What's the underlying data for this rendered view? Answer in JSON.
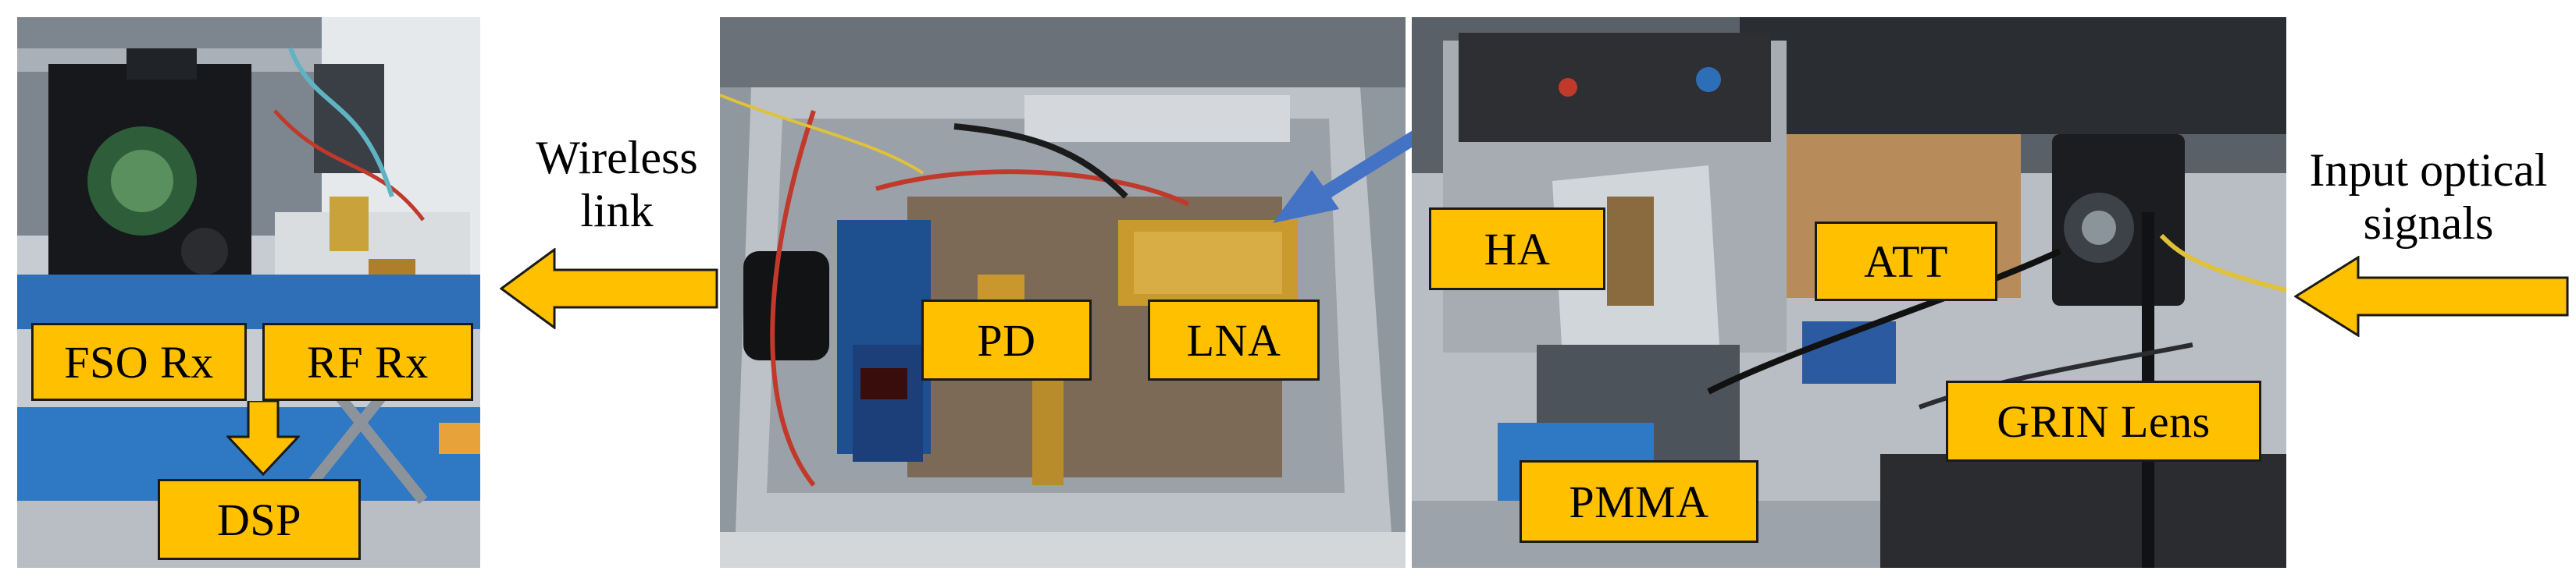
{
  "colors": {
    "label_fill": "#FFC000",
    "arrow_fill": "#FFC000",
    "pointer_arrow": "#4472C4"
  },
  "panels": {
    "receiver": {
      "labels": {
        "fso_rx": "FSO Rx",
        "rf_rx": "RF Rx",
        "dsp": "DSP"
      }
    },
    "photodetector_box": {
      "labels": {
        "pd": "PD",
        "lna": "LNA"
      }
    },
    "transmitter": {
      "labels": {
        "ha": "HA",
        "att": "ATT",
        "grin_lens": "GRIN Lens",
        "pmma": "PMMA"
      }
    }
  },
  "captions": {
    "wireless_link": [
      "Wireless",
      "link"
    ],
    "input_optical_signals": [
      "Input optical",
      "signals"
    ]
  }
}
